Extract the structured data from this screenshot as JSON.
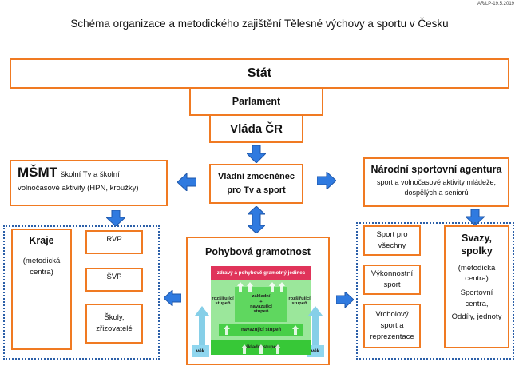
{
  "doc_ref": "AR/LP-19.5.2019",
  "title": "Schéma organizace a metodického zajištění Tělesné výchovy a sportu v Česku",
  "stat": "Stát",
  "parlament": "Parlament",
  "vlada": "Vláda ČR",
  "zmocnenec": {
    "line1": "Vládní zmocněnec",
    "line2": "pro Tv a sport"
  },
  "msmt": {
    "name": "MŠMT",
    "desc1": "školní Tv a školní",
    "desc2": "volnočasové aktivity (HPN, kroužky)"
  },
  "nsa": {
    "name": "Národní sportovní agentura",
    "line1": "sport a volnočasové aktivity mládeže,",
    "line2": "dospělých a seniorů"
  },
  "kraje": {
    "name": "Kraje",
    "sub1": "(metodická",
    "sub2": "centra)"
  },
  "rvp": "RVP",
  "svp": "ŠVP",
  "skoly": {
    "line1": "Školy,",
    "line2": "zřizovatelé"
  },
  "pohyb": {
    "title": "Pohybová gramotnost",
    "top": "zdravý a pohybově gramotný jedinec",
    "rozsir_left": [
      "rozšiřující",
      "stupeň"
    ],
    "rozsir_right": [
      "rozšiřující",
      "stupeň"
    ],
    "center": [
      "základní",
      "+",
      "navazující",
      "stupeň"
    ],
    "navazujici": "navazující stupeň",
    "zakladni": "základní stupeň",
    "vek_left": "věk",
    "vek_right": "věk"
  },
  "sport_vsechny": {
    "line1": "Sport pro",
    "line2": "všechny"
  },
  "vykonnostni": {
    "line1": "Výkonnostní",
    "line2": "sport"
  },
  "vrcholovy": {
    "line1": "Vrcholový",
    "line2": "sport a",
    "line3": "reprezentace"
  },
  "svazy": {
    "name1": "Svazy,",
    "name2": "spolky",
    "sub1": "(metodická",
    "sub2": "centra)",
    "sub3": "Sportovní",
    "sub4": "centra,",
    "sub5": "Oddíly, jednoty"
  },
  "colors": {
    "orange": "#f07a22",
    "blue": "#2f7ae0",
    "navy": "#2b5fa8",
    "red": "#e0345a",
    "green": "#37c837",
    "lightgreen": "#9be79b",
    "cyan": "#86cfe8"
  }
}
